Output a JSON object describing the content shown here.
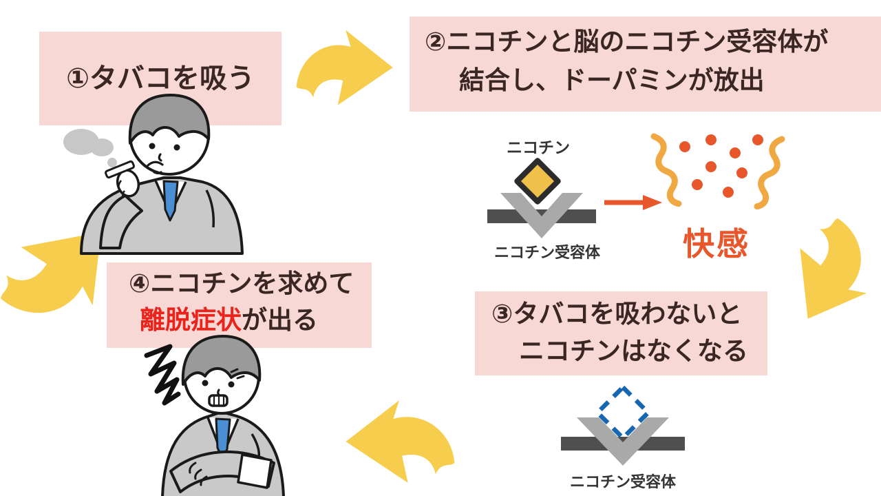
{
  "steps": {
    "s1": {
      "text": "①タバコを吸う"
    },
    "s2": {
      "line1": "②ニコチンと脳のニコチン受容体が",
      "line2": "結合し、ドーパミンが放出"
    },
    "s3": {
      "line1": "③タバコを吸わないと",
      "line2": "ニコチンはなくなる"
    },
    "s4": {
      "line1": "④ニコチンを求めて",
      "line2_highlight": "離脱症状",
      "line2_rest": "が出る"
    }
  },
  "receptor_bound": {
    "nicotine_label": "ニコチン",
    "receptor_label": "ニコチン受容体",
    "pleasure_label": "快感"
  },
  "receptor_empty": {
    "receptor_label": "ニコチン受容体"
  },
  "colors": {
    "box_pink": "#f8d8d5",
    "text_dark": "#3a2723",
    "text_red": "#e8241c",
    "arrow_yellow": "#f6cd4c",
    "orange": "#e8562b",
    "squiggle_orange": "#f0a843",
    "diamond_yellow": "#efc04a",
    "diamond_border": "#2c2c2c",
    "receptor_gray": "#a9a9a9",
    "bar_gray": "#4f4f4f",
    "dashed_blue": "#1766b0",
    "suit_gray": "#c9c9c9",
    "hair_gray": "#9a9a9a",
    "tie_blue": "#4a8fd3",
    "smoke_gray": "#c7c7c7"
  }
}
